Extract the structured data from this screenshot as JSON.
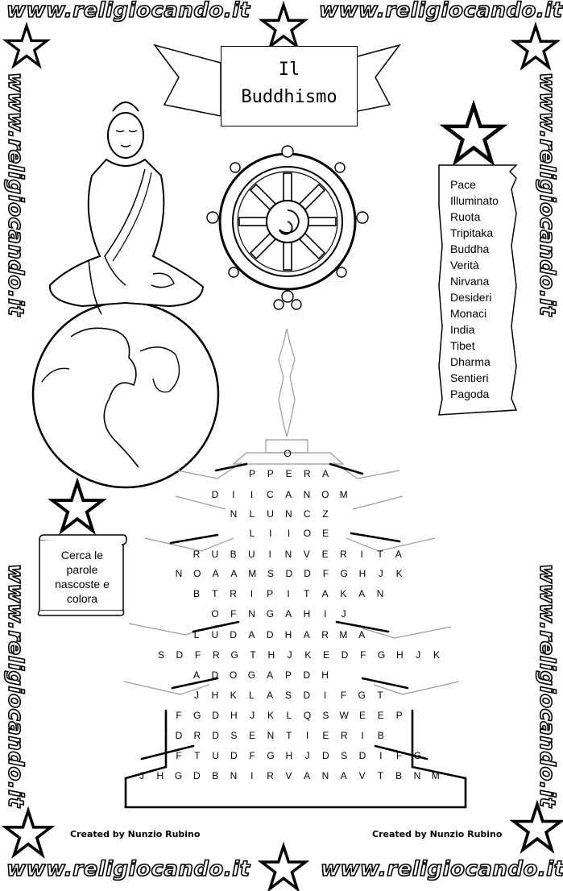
{
  "watermark": "www.religiocando.it",
  "title": [
    "Il",
    "Buddhismo"
  ],
  "words": [
    "Pace",
    "Illuminato",
    "Ruota",
    "Tripitaka",
    "Buddha",
    "Verità",
    "Nirvana",
    "Desideri",
    "Monaci",
    "India",
    "Tibet",
    "Dharma",
    "Sentieri",
    "Pagoda"
  ],
  "instructions": [
    "Cerca le",
    "parole",
    "nascoste e",
    "colora"
  ],
  "grid_rows": [
    "O",
    "PPERA",
    "DIICANOM",
    "NLUNCZ",
    "LIIOE",
    "RUBUINVERITA",
    "NOAAMSDDFGHJK",
    "BTRIPITAKAN",
    "OFNGAHIJ",
    "LUDADHARMA",
    "SDFRGTHJKEDFGHJK",
    "ADOGAPDH",
    "JHKLASDIFGT",
    "FGDHJKLQSWEEP",
    "DRDSENTIERIB",
    "FTUDFGHJDSDIFG",
    "JHGDBNIRVANAVTBNM"
  ],
  "credits": [
    "Created by Nunzio Rubino",
    "Created by Nunzio Rubino"
  ]
}
